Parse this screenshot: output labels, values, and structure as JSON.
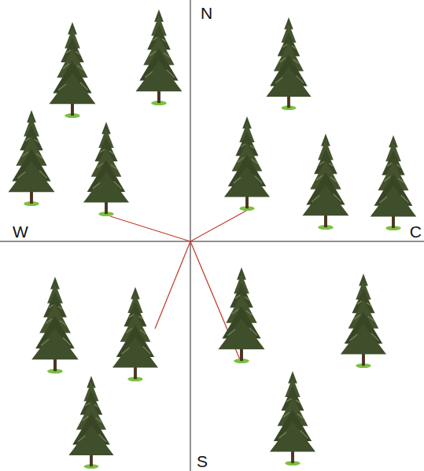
{
  "diagram": {
    "labels": [
      "N",
      "W",
      "C",
      "S"
    ]
  }
}
